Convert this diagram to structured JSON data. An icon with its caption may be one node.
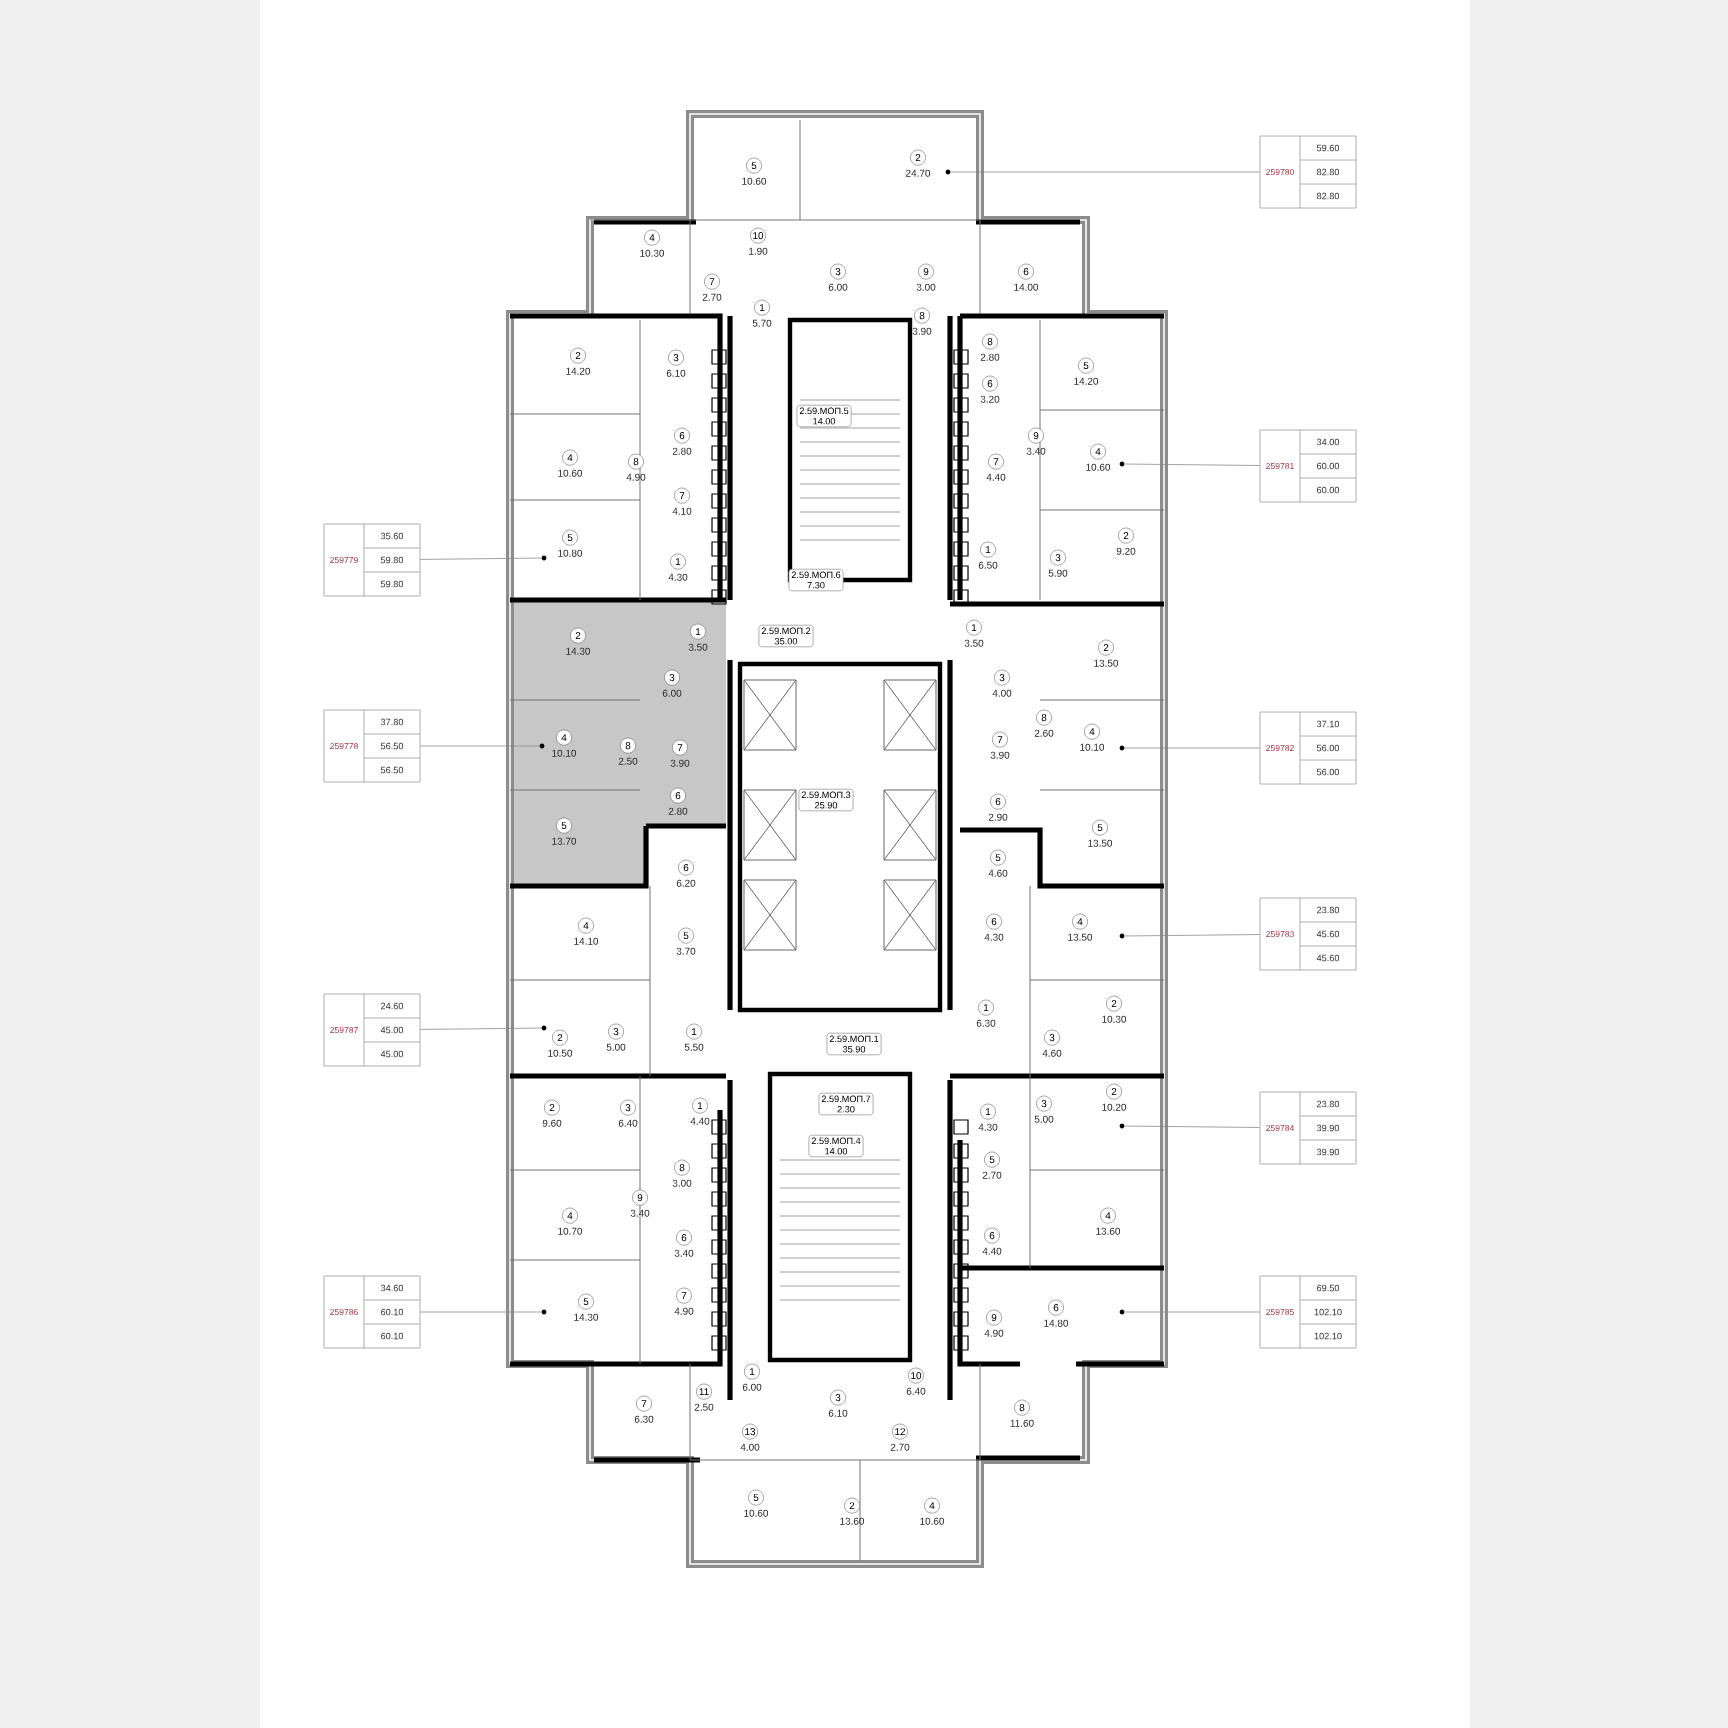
{
  "diagram": {
    "nodes": [
      {
        "text": [
          "259780",
          "59.60",
          "82.80",
          "82.80"
        ]
      },
      {
        "text": [
          "259781",
          "34.00",
          "60.00",
          "60.00"
        ]
      },
      {
        "text": [
          "259779",
          "35.60",
          "59.80",
          "59.80"
        ]
      },
      {
        "text": [
          "259778",
          "37.80",
          "56.50",
          "56.50"
        ]
      },
      {
        "text": [
          "259782",
          "37.10",
          "56.00",
          "56.00"
        ]
      },
      {
        "text": [
          "259783",
          "23.80",
          "45.60",
          "45.60"
        ]
      },
      {
        "text": [
          "259787",
          "24.60",
          "45.00",
          "45.00"
        ]
      },
      {
        "text": [
          "259784",
          "23.80",
          "39.90",
          "39.90"
        ]
      },
      {
        "text": [
          "259786",
          "34.60",
          "60.10",
          "60.10"
        ]
      },
      {
        "text": [
          "259785",
          "69.50",
          "102.10",
          "102.10"
        ]
      },
      {
        "text": [],
        "shape": "circle"
      },
      {
        "text": [],
        "shape": "circle"
      },
      {
        "text": [],
        "shape": "circle"
      },
      {
        "text": [],
        "shape": "circle"
      },
      {
        "text": [],
        "shape": "circle"
      },
      {
        "text": [],
        "shape": "circle"
      },
      {
        "text": [],
        "shape": "circle"
      },
      {
        "text": [],
        "shape": "circle"
      },
      {
        "text": [],
        "shape": "circle"
      },
      {
        "text": [],
        "shape": "circle"
      },
      {
        "text": [
          "2.59.МОП.5",
          "14.00"
        ]
      },
      {
        "text": [
          "2.59.МОП.6",
          "7.30"
        ]
      },
      {
        "text": [
          "2.59.МОП.2",
          "35.00"
        ]
      },
      {
        "text": [
          "2.59.МОП.3",
          "25.90"
        ]
      },
      {
        "text": [
          "2.59.МОП.1",
          "35.90"
        ]
      },
      {
        "text": [
          "2.59.МОП.7",
          "2.30"
        ]
      },
      {
        "text": [
          "2.59.МОП.4",
          "14.00"
        ]
      }
    ],
    "edges": [
      {
        "from": 0,
        "to": 10,
        "arrow": "none"
      },
      {
        "from": 1,
        "to": 11,
        "arrow": "none"
      },
      {
        "from": 2,
        "to": 12,
        "arrow": "none"
      },
      {
        "from": 3,
        "to": 13,
        "arrow": "none"
      },
      {
        "from": 4,
        "to": 14,
        "arrow": "none"
      },
      {
        "from": 5,
        "to": 15,
        "arrow": "none"
      },
      {
        "from": 6,
        "to": 16,
        "arrow": "none"
      },
      {
        "from": 7,
        "to": 17,
        "arrow": "none"
      },
      {
        "from": 8,
        "to": 18,
        "arrow": "none"
      },
      {
        "from": 9,
        "to": 19,
        "arrow": "none"
      }
    ],
    "labels": [
      "5",
      "10.60",
      "2",
      "24.70",
      "4",
      "10.30",
      "10",
      "1.90",
      "3",
      "6.00",
      "9",
      "3.00",
      "6",
      "14.00",
      "7",
      "2.70",
      "1",
      "5.70",
      "8",
      "3.90",
      "8",
      "2.80",
      "2",
      "14.20",
      "3",
      "6.10",
      "5",
      "14.20",
      "6",
      "3.20",
      "6",
      "2.80",
      "9",
      "3.40",
      "4",
      "10.60",
      "4",
      "10.60",
      "8",
      "4.90",
      "7",
      "4.40",
      "7",
      "4.10",
      "2",
      "9.20",
      "5",
      "10.80",
      "1",
      "6.50",
      "3",
      "5.90",
      "1",
      "4.30",
      "1",
      "3.50",
      "1",
      "3.50",
      "2",
      "14.30",
      "2",
      "13.50",
      "3",
      "6.00",
      "3",
      "4.00",
      "8",
      "2.60",
      "4",
      "10.10",
      "8",
      "2.50",
      "7",
      "3.90",
      "4",
      "10.10",
      "7",
      "3.90",
      "6",
      "2.90",
      "6",
      "2.80",
      "5",
      "13.70",
      "5",
      "13.50",
      "5",
      "4.60",
      "6",
      "6.20",
      "6",
      "4.30",
      "4",
      "13.50",
      "4",
      "14.10",
      "5",
      "3.70",
      "1",
      "6.30",
      "2",
      "10.30",
      "2",
      "10.50",
      "3",
      "5.00",
      "1",
      "5.50",
      "3",
      "4.60",
      "2",
      "10.20",
      "3",
      "5.00",
      "1",
      "4.30",
      "2",
      "9.60",
      "3",
      "6.40",
      "1",
      "4.40",
      "5",
      "2.70",
      "8",
      "3.00",
      "9",
      "3.40",
      "4",
      "10.70",
      "4",
      "13.60",
      "6",
      "4.40",
      "6",
      "3.40",
      "7",
      "4.90",
      "5",
      "14.30",
      "9",
      "4.90",
      "6",
      "14.80",
      "1",
      "6.00",
      "10",
      "6.40",
      "11",
      "2.50",
      "3",
      "6.10",
      "7",
      "6.30",
      "8",
      "11.60",
      "13",
      "4.00",
      "12",
      "2.70",
      "5",
      "10.60",
      "2",
      "13.60",
      "4",
      "10.60"
    ]
  }
}
